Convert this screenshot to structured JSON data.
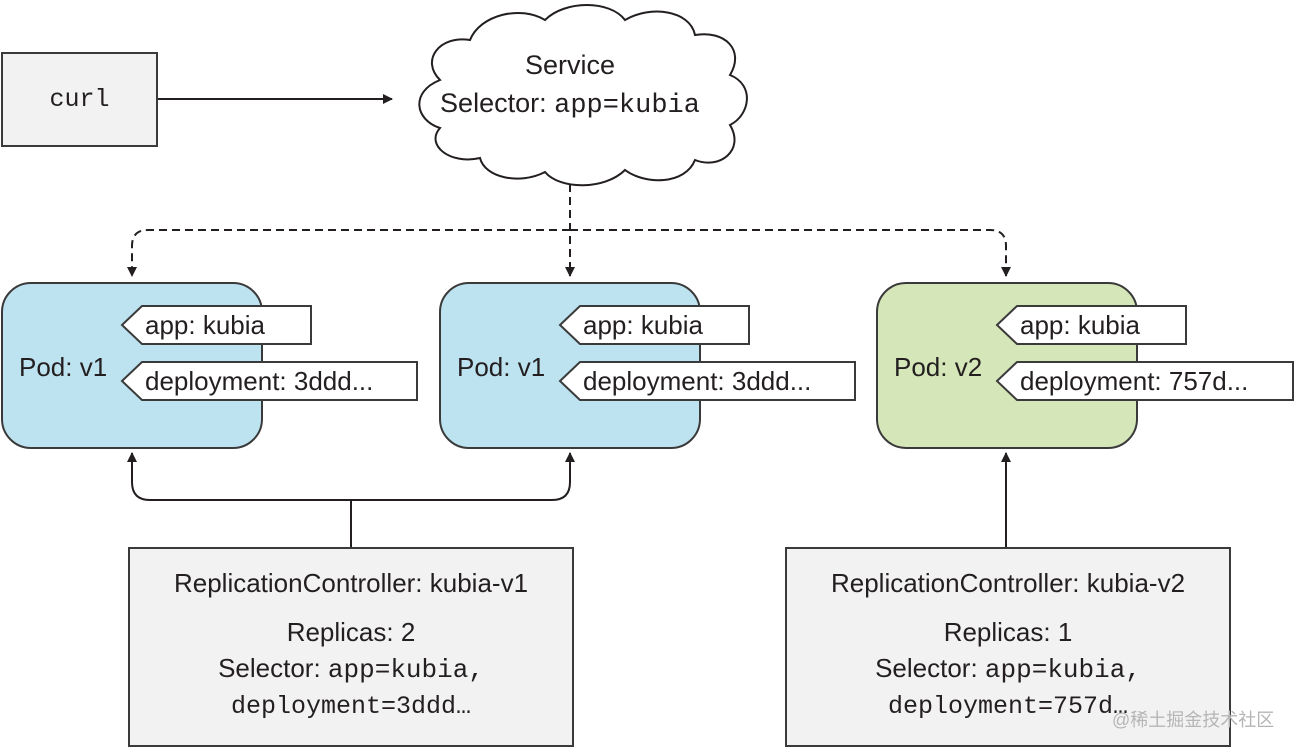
{
  "client": {
    "label": "curl"
  },
  "service": {
    "title": "Service",
    "selector_label": "Selector:",
    "selector_value": "app=kubia"
  },
  "pods": [
    {
      "label": "Pod: v1",
      "tags": [
        "app: kubia",
        "deployment: 3ddd..."
      ],
      "color": "#bde3f1"
    },
    {
      "label": "Pod: v1",
      "tags": [
        "app: kubia",
        "deployment: 3ddd..."
      ],
      "color": "#bde3f1"
    },
    {
      "label": "Pod: v2",
      "tags": [
        "app: kubia",
        "deployment: 757d..."
      ],
      "color": "#d5e6b8"
    }
  ],
  "replication_controllers": [
    {
      "title": "ReplicationController: kubia-v1",
      "replicas": "Replicas: 2",
      "selector_label": "Selector:",
      "selector_value": "app=kubia,",
      "selector_value2": "deployment=3ddd…"
    },
    {
      "title": "ReplicationController: kubia-v2",
      "replicas": "Replicas: 1",
      "selector_label": "Selector:",
      "selector_value": "app=kubia,",
      "selector_value2": "deployment=757d…"
    }
  ],
  "watermark": "@稀土掘金技术社区"
}
